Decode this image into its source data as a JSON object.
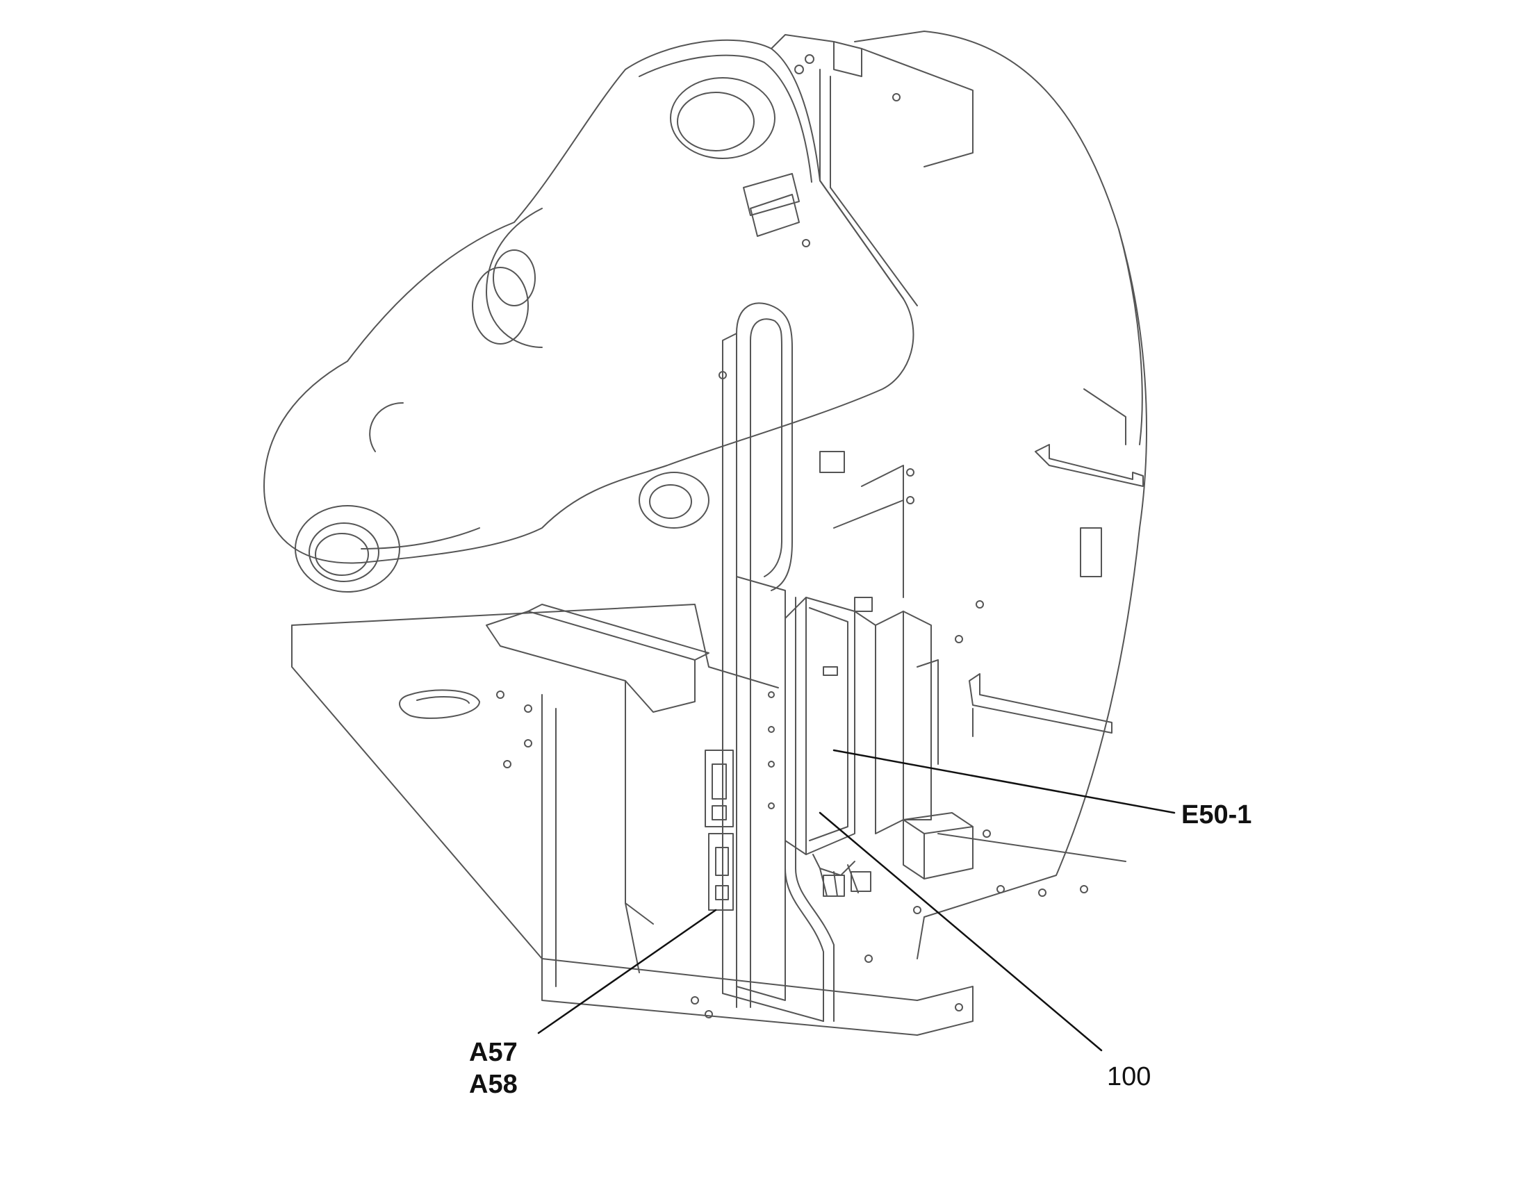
{
  "callouts": {
    "e50": "E50-1",
    "a57": "A57",
    "a58": "A58",
    "ref100": "100"
  },
  "colors": {
    "line": "#555555",
    "leader": "#111111",
    "text": "#111111",
    "background": "#ffffff"
  }
}
